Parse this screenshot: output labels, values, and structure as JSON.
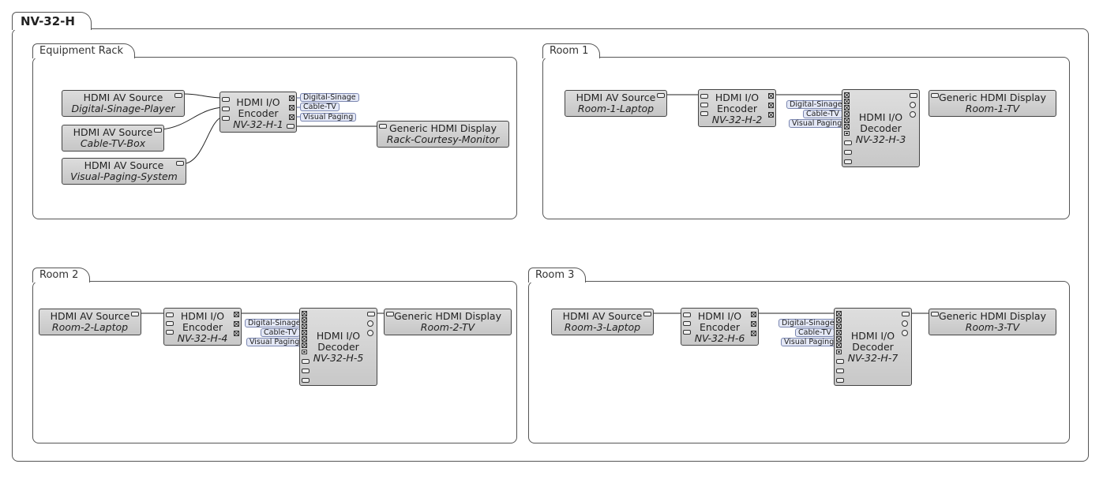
{
  "system": {
    "title": "NV-32-H"
  },
  "groups": {
    "rack": {
      "title": "Equipment Rack"
    },
    "room1": {
      "title": "Room 1"
    },
    "room2": {
      "title": "Room 2"
    },
    "room3": {
      "title": "Room 3"
    }
  },
  "source_type": "HDMI AV Source",
  "display_type": "Generic HDMI Display",
  "enc_type": [
    "HDMI I/O",
    "Encoder"
  ],
  "dec_type": [
    "HDMI I/O",
    "Decoder"
  ],
  "streams": [
    "Digital-Sinage",
    "Cable-TV",
    "Visual Paging"
  ],
  "rack": {
    "sources": [
      "Digital-Sinage-Player",
      "Cable-TV-Box",
      "Visual-Paging-System"
    ],
    "encoder": "NV-32-H-1",
    "display": "Rack-Courtesy-Monitor"
  },
  "room1": {
    "source": "Room-1-Laptop",
    "encoder": "NV-32-H-2",
    "decoder": "NV-32-H-3",
    "display": "Room-1-TV"
  },
  "room2": {
    "source": "Room-2-Laptop",
    "encoder": "NV-32-H-4",
    "decoder": "NV-32-H-5",
    "display": "Room-2-TV"
  },
  "room3": {
    "source": "Room-3-Laptop",
    "encoder": "NV-32-H-6",
    "decoder": "NV-32-H-7",
    "display": "Room-3-TV"
  }
}
